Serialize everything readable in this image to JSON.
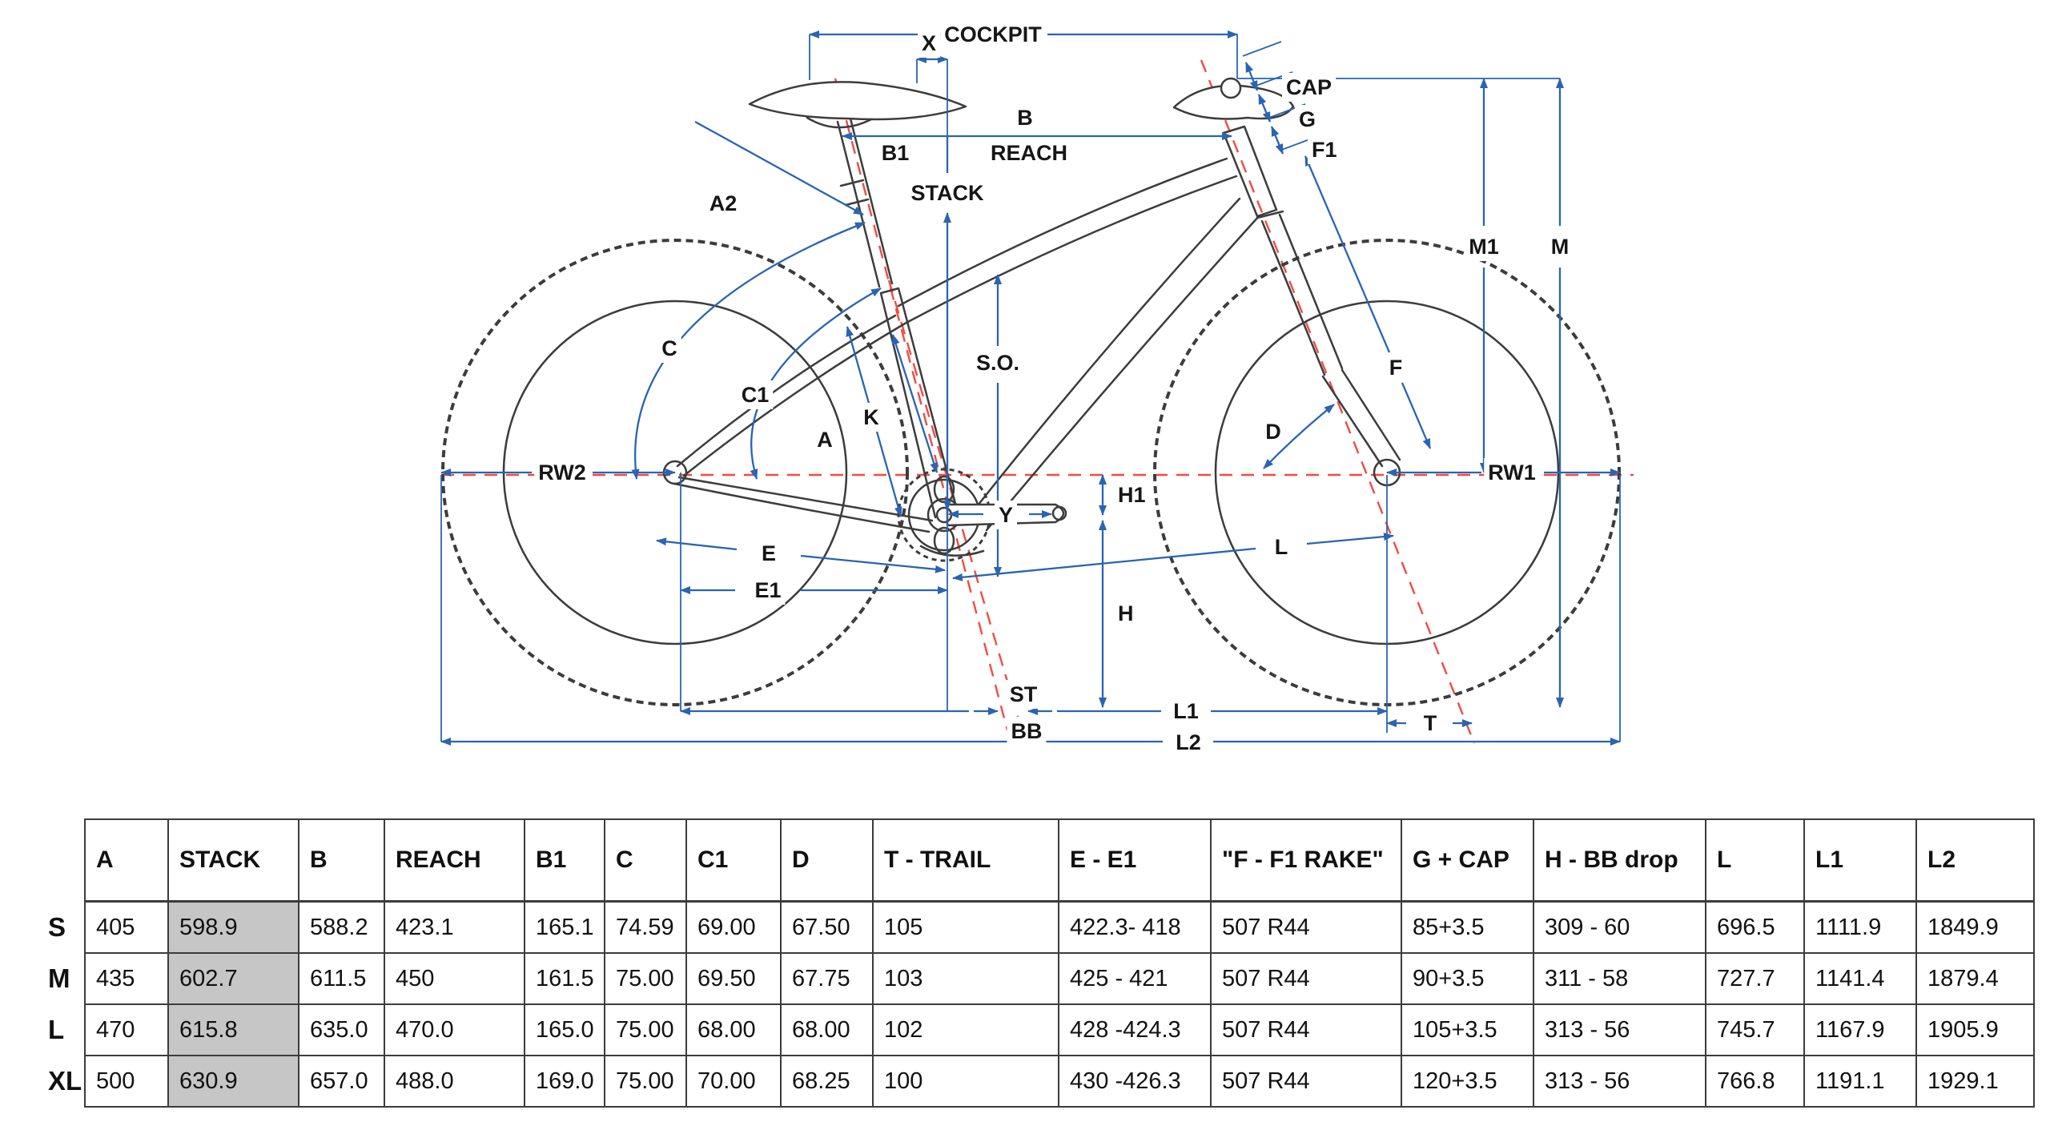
{
  "diagram": {
    "labels": {
      "cockpit": "COCKPIT",
      "x": "X",
      "b": "B",
      "b1": "B1",
      "reach": "REACH",
      "stack": "STACK",
      "a2": "A2",
      "c": "C",
      "c1": "C1",
      "a": "A",
      "k": "K",
      "so": "S.O.",
      "cap": "CAP",
      "g": "G",
      "f1": "F1",
      "m1": "M1",
      "m": "M",
      "f": "F",
      "d": "D",
      "rw1": "RW1",
      "rw2": "RW2",
      "e": "E",
      "e1": "E1",
      "h1": "H1",
      "y": "Y",
      "h": "H",
      "st": "ST",
      "bb": "BB",
      "l": "L",
      "l1": "L1",
      "t": "T",
      "l2": "L2"
    },
    "colors": {
      "dimension_blue": "#2a64b2",
      "axis_red": "#f14b42",
      "frame_gray": "#3c3c3c",
      "highlight_gray": "#c6c6c6"
    }
  },
  "table": {
    "columns": [
      "A",
      "STACK",
      "B",
      "REACH",
      "B1",
      "C",
      "C1",
      "D",
      "T - TRAIL",
      "E - E1",
      "\"F - F1 RAKE\"",
      "G + CAP",
      "H - BB drop",
      "L",
      "L1",
      "L2"
    ],
    "highlight_column": "STACK",
    "rows": [
      {
        "size": "S",
        "values": [
          "405",
          "598.9",
          "588.2",
          "423.1",
          "165.1",
          "74.59",
          "69.00",
          "67.50",
          "105",
          "422.3- 418",
          "507 R44",
          "85+3.5",
          "309 - 60",
          "696.5",
          "1111.9",
          "1849.9"
        ]
      },
      {
        "size": "M",
        "values": [
          "435",
          "602.7",
          "611.5",
          "450",
          "161.5",
          "75.00",
          "69.50",
          "67.75",
          "103",
          "425 - 421",
          "507 R44",
          "90+3.5",
          "311 - 58",
          "727.7",
          "1141.4",
          "1879.4"
        ]
      },
      {
        "size": "L",
        "values": [
          "470",
          "615.8",
          "635.0",
          "470.0",
          "165.0",
          "75.00",
          "68.00",
          "68.00",
          "102",
          "428 -424.3",
          "507 R44",
          "105+3.5",
          "313 - 56",
          "745.7",
          "1167.9",
          "1905.9"
        ]
      },
      {
        "size": "XL",
        "values": [
          "500",
          "630.9",
          "657.0",
          "488.0",
          "169.0",
          "75.00",
          "70.00",
          "68.25",
          "100",
          "430 -426.3",
          "507 R44",
          "120+3.5",
          "313 - 56",
          "766.8",
          "1191.1",
          "1929.1"
        ]
      }
    ]
  }
}
